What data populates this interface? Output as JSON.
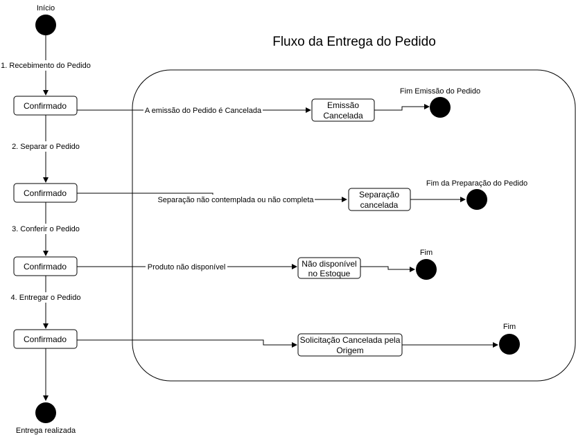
{
  "title": "Fluxo da Entrega do Pedido",
  "start_label": "Início",
  "end_label": "Entrega realizada",
  "main_nodes": [
    "Confirmado",
    "Confirmado",
    "Confirmado",
    "Confirmado"
  ],
  "main_edges": [
    "1. Recebimento do Pedido",
    "2. Separar o Pedido",
    "3. Conferir o Pedido",
    "4. Entregar o Pedido"
  ],
  "branches": [
    {
      "condition": "A emissão do Pedido é Cancelada",
      "state": [
        "Emissão",
        "Cancelada"
      ],
      "end": "Fim Emissão do Pedido"
    },
    {
      "condition": "Separação não contemplada ou não completa",
      "state": [
        "Separação",
        "cancelada"
      ],
      "end": "Fim da Preparação do Pedido"
    },
    {
      "condition": "Produto não disponível",
      "state": [
        "Não disponível",
        "no Estoque"
      ],
      "end": "Fim"
    },
    {
      "condition": "",
      "state": [
        "Solicitação Cancelada pela",
        "Origem"
      ],
      "end": "Fim"
    }
  ]
}
